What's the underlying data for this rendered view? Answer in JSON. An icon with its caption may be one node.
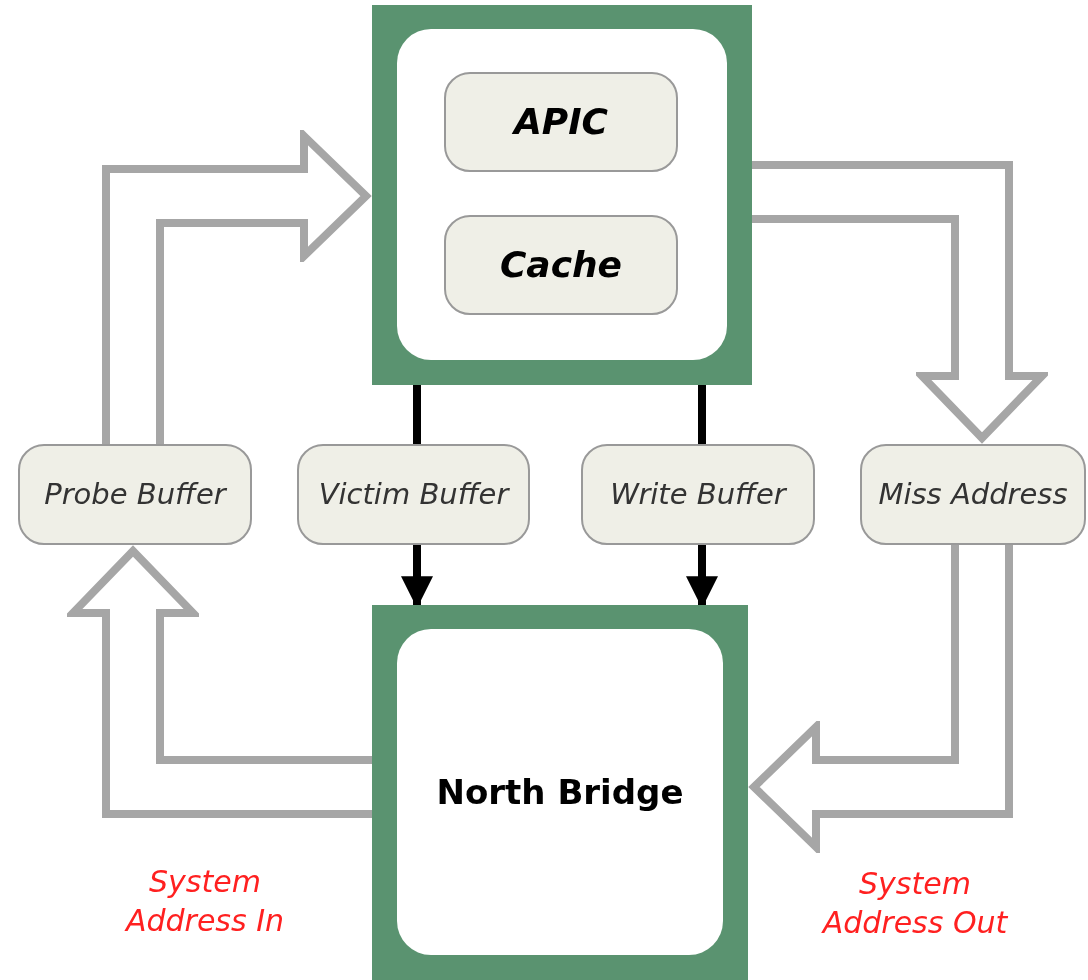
{
  "diagram": {
    "nodes": [
      {
        "text": [],
        "shape": "box"
      },
      {
        "text": [
          "APIC"
        ],
        "in": 0
      },
      {
        "text": [
          "Cache"
        ],
        "in": 0
      },
      {
        "text": [
          "Probe Buffer"
        ]
      },
      {
        "text": [
          "Victim Buffer"
        ]
      },
      {
        "text": [
          "Write Buffer"
        ]
      },
      {
        "text": [
          "Miss Address"
        ]
      },
      {
        "text": [
          "North Bridge"
        ]
      }
    ],
    "edges": [
      {
        "from": 3,
        "to": 0,
        "arrow": "to",
        "style": "thick",
        "color": "#a6a6a6"
      },
      {
        "from": 0,
        "to": 4,
        "arrow": "none",
        "color": "#000000"
      },
      {
        "from": 4,
        "to": 7,
        "arrow": "to",
        "color": "#000000"
      },
      {
        "from": 0,
        "to": 5,
        "arrow": "none",
        "color": "#000000"
      },
      {
        "from": 5,
        "to": 7,
        "arrow": "to",
        "color": "#000000"
      },
      {
        "from": 0,
        "to": 6,
        "arrow": "to",
        "style": "thick",
        "color": "#a6a6a6"
      },
      {
        "from": 6,
        "to": 7,
        "arrow": "to",
        "style": "thick",
        "color": "#a6a6a6"
      },
      {
        "from": 7,
        "to": 3,
        "arrow": "to",
        "style": "thick",
        "color": "#a6a6a6"
      }
    ],
    "labels": [
      "System Address In",
      "System Address Out"
    ]
  }
}
